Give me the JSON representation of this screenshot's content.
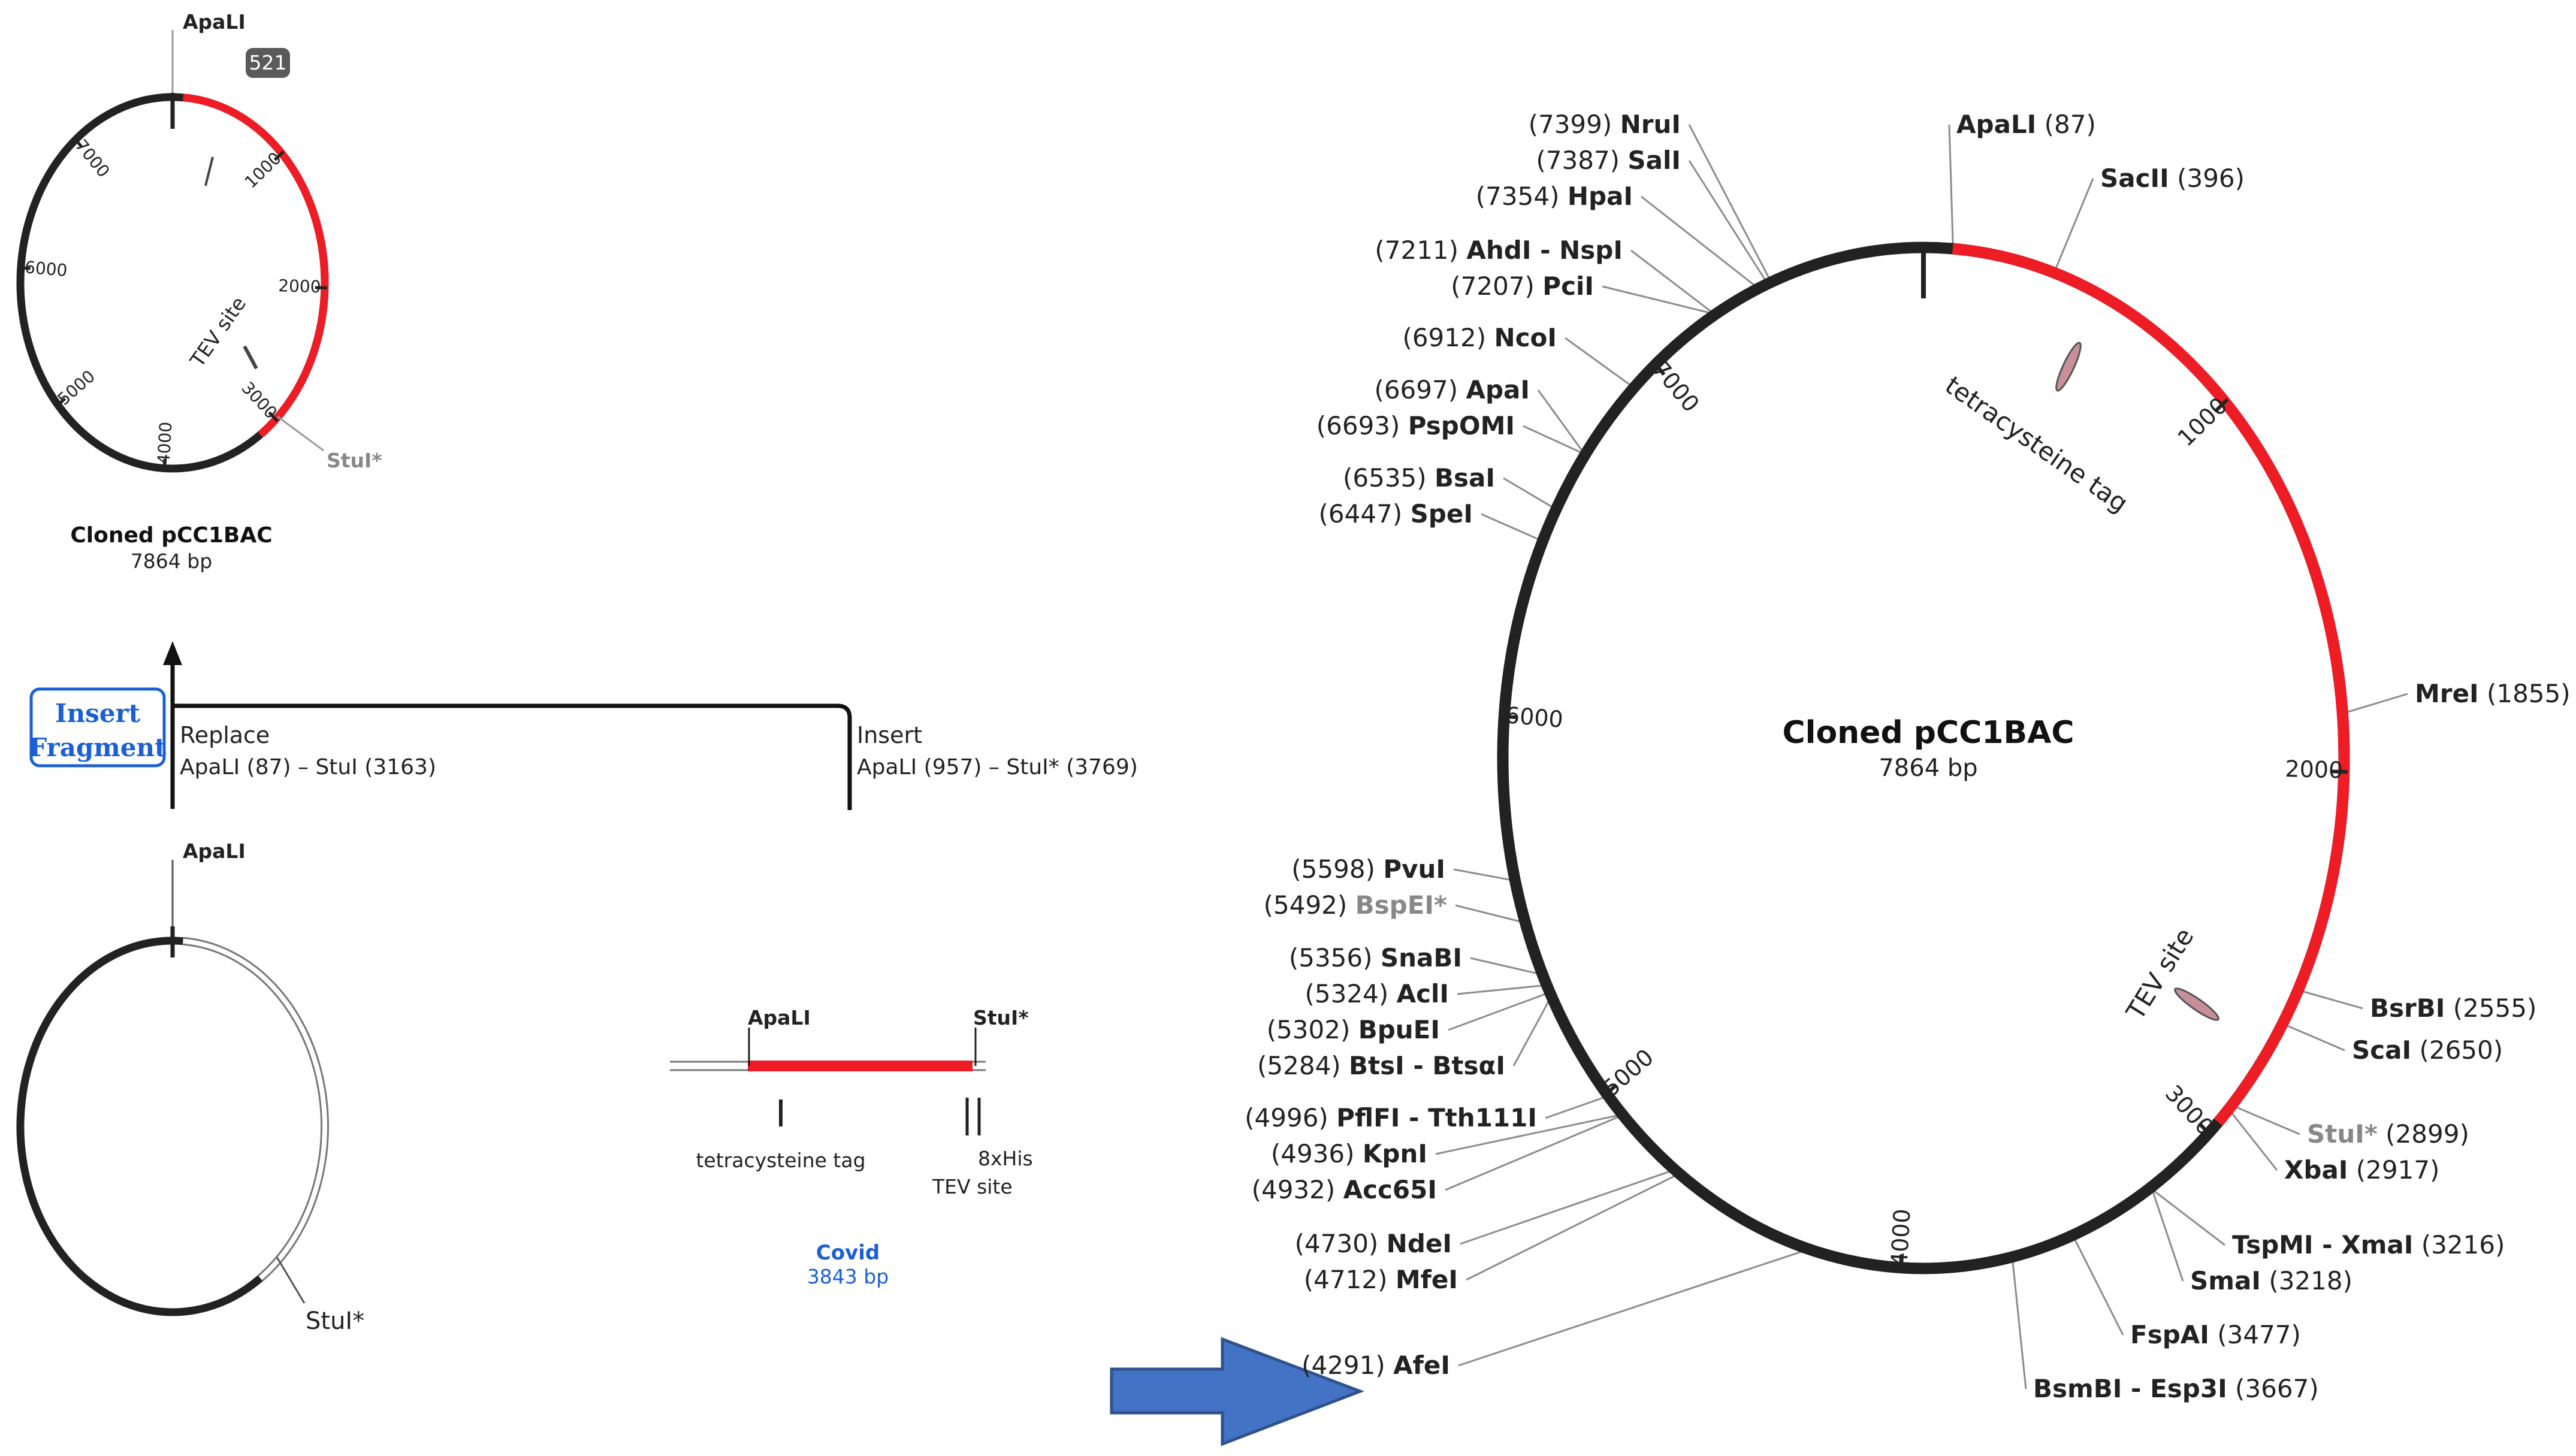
{
  "colors": {
    "backbone": "#222222",
    "insert": "#ee1c25",
    "gray_site": "#888888",
    "blue_name": "#1a5fd6",
    "arrow_fill": "#4472c4",
    "arrow_stroke": "#2f528f",
    "badge": "#5a5a5a",
    "leader": "#8c8c8c",
    "feature": "#c98f98"
  },
  "top_map": {
    "title": "Cloned pCC1BAC",
    "size": "7864 bp",
    "badge": "521",
    "site_top": "ApaLI",
    "site_stui": "StuI*",
    "feature_tev": "TEV site",
    "ticks": [
      "1000",
      "2000",
      "3000",
      "4000",
      "5000",
      "6000",
      "7000"
    ]
  },
  "operation": {
    "button_line1": "Insert",
    "button_line2": "Fragment",
    "replace_label": "Replace",
    "replace_range": "ApaLI (87)  –  StuI (3163)",
    "insert_label": "Insert",
    "insert_range": "ApaLI (957)  –  StuI* (3769)"
  },
  "bottom_map": {
    "site_top": "ApaLI",
    "site_stui": "StuI*"
  },
  "covid": {
    "name": "Covid",
    "size": "3843 bp",
    "site_left": "ApaLI",
    "site_right": "StuI*",
    "feature_tag": "tetracysteine tag",
    "feature_his": "8xHis",
    "feature_tev": "TEV site"
  },
  "main_map": {
    "title": "Cloned pCC1BAC",
    "size": "7864 bp",
    "feature_tag": "tetracysteine tag",
    "feature_tev": "TEV site",
    "ticks": [
      "1000",
      "2000",
      "3000",
      "4000",
      "5000",
      "6000",
      "7000"
    ],
    "left_sites": [
      {
        "pos": "(7399)",
        "name": "NruI"
      },
      {
        "pos": "(7387)",
        "name": "SalI"
      },
      {
        "pos": "(7354)",
        "name": "HpaI"
      },
      {
        "pos": "(7211)",
        "name": "AhdI - NspI"
      },
      {
        "pos": "(7207)",
        "name": "PciI"
      },
      {
        "pos": "(6912)",
        "name": "NcoI"
      },
      {
        "pos": "(6697)",
        "name": "ApaI"
      },
      {
        "pos": "(6693)",
        "name": "PspOMI"
      },
      {
        "pos": "(6535)",
        "name": "BsaI"
      },
      {
        "pos": "(6447)",
        "name": "SpeI"
      },
      {
        "pos": "(5598)",
        "name": "PvuI"
      },
      {
        "pos": "(5492)",
        "name": "BspEI*"
      },
      {
        "pos": "(5356)",
        "name": "SnaBI"
      },
      {
        "pos": "(5324)",
        "name": "AclI"
      },
      {
        "pos": "(5302)",
        "name": "BpuEI"
      },
      {
        "pos": "(5284)",
        "name": "BtsI - BtsαI"
      },
      {
        "pos": "(4996)",
        "name": "PflFI - Tth111I"
      },
      {
        "pos": "(4936)",
        "name": "KpnI"
      },
      {
        "pos": "(4932)",
        "name": "Acc65I"
      },
      {
        "pos": "(4730)",
        "name": "NdeI"
      },
      {
        "pos": "(4712)",
        "name": "MfeI"
      },
      {
        "pos": "(4291)",
        "name": "AfeI"
      }
    ],
    "right_sites": [
      {
        "name": "ApaLI",
        "pos": "(87)"
      },
      {
        "name": "SacII",
        "pos": "(396)"
      },
      {
        "name": "MreI",
        "pos": "(1855)"
      },
      {
        "name": "BsrBI",
        "pos": "(2555)"
      },
      {
        "name": "ScaI",
        "pos": "(2650)"
      },
      {
        "name": "StuI*",
        "pos": "(2899)"
      },
      {
        "name": "XbaI",
        "pos": "(2917)"
      },
      {
        "name": "TspMI - XmaI",
        "pos": "(3216)"
      },
      {
        "name": "SmaI",
        "pos": "(3218)"
      },
      {
        "name": "FspAI",
        "pos": "(3477)"
      },
      {
        "name": "BsmBI - Esp3I",
        "pos": "(3667)"
      }
    ]
  }
}
